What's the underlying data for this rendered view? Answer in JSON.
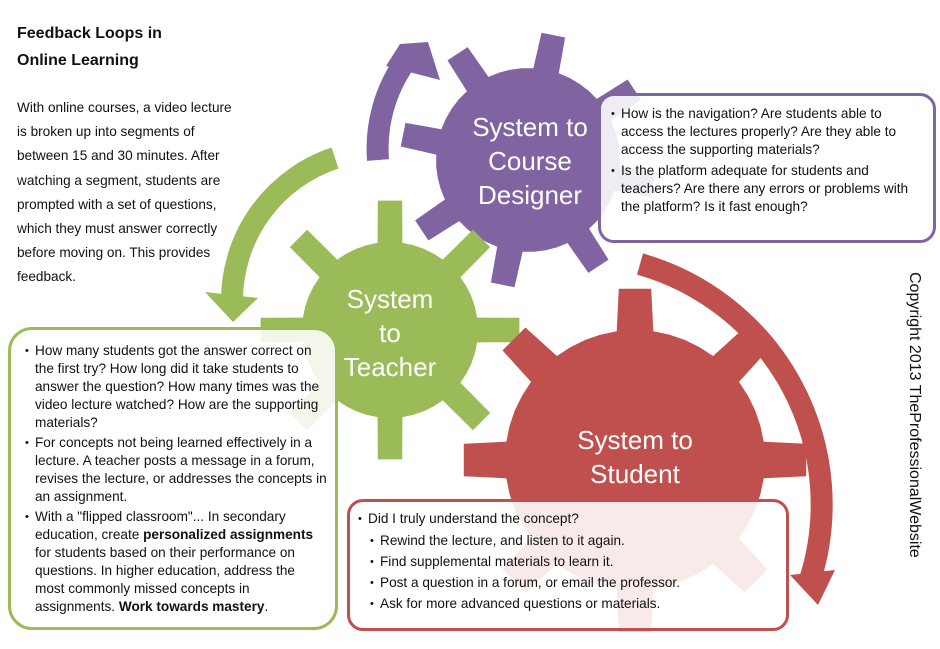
{
  "title": "Feedback Loops in Online Learning",
  "title_lines": [
    "Feedback Loops in",
    "Online Learning"
  ],
  "intro": "With online courses, a video lecture is broken up into segments of between 15 and 30 minutes. After watching a segment, students are prompted with a set of questions, which they must answer correctly before moving on. This provides feedback.",
  "colors": {
    "designer": "#8064a2",
    "teacher": "#9bbb59",
    "student": "#c0504d"
  },
  "gears": {
    "designer": {
      "label_lines": [
        "System to",
        "Course",
        "Designer"
      ],
      "icon": "gear-icon"
    },
    "teacher": {
      "label_lines": [
        "System",
        "to",
        "Teacher"
      ],
      "icon": "gear-icon"
    },
    "student": {
      "label_lines": [
        "System to",
        "Student"
      ],
      "icon": "gear-icon"
    }
  },
  "arrows": [
    "curved-arrow-green",
    "curved-arrow-purple",
    "curved-arrow-red"
  ],
  "designer_box": {
    "items": [
      "How is the navigation? Are students able to access the lectures properly?  Are they able to access the supporting materials?",
      "Is the platform adequate for students and teachers? Are there any errors or problems with the platform?  Is it fast enough?"
    ]
  },
  "teacher_box": {
    "items": [
      "How many students got the answer correct on the first try? How long did it take students to answer the question? How many times was the video lecture watched? How are the supporting materials?",
      "For concepts not being  learned effectively in a lecture. A teacher posts a message in a forum,  revises the lecture, or addresses the concepts in an assignment."
    ],
    "item3": {
      "part1": "With a \"flipped classroom\"... In secondary education, create ",
      "bold1": "personalized assignments",
      "part2": " for students based on their performance on questions. In higher education, address the most commonly  missed concepts in assignments. ",
      "bold2": "Work towards mastery",
      "part3": "."
    }
  },
  "student_box": {
    "question": "Did I truly understand the concept?",
    "sub_items": [
      "Rewind the lecture, and listen to it again.",
      "Find supplemental materials to learn it.",
      "Post a question in a forum, or email the professor.",
      "Ask for more advanced questions or materials."
    ]
  },
  "copyright": "Copyright 2013 TheProfessionalWebsite"
}
